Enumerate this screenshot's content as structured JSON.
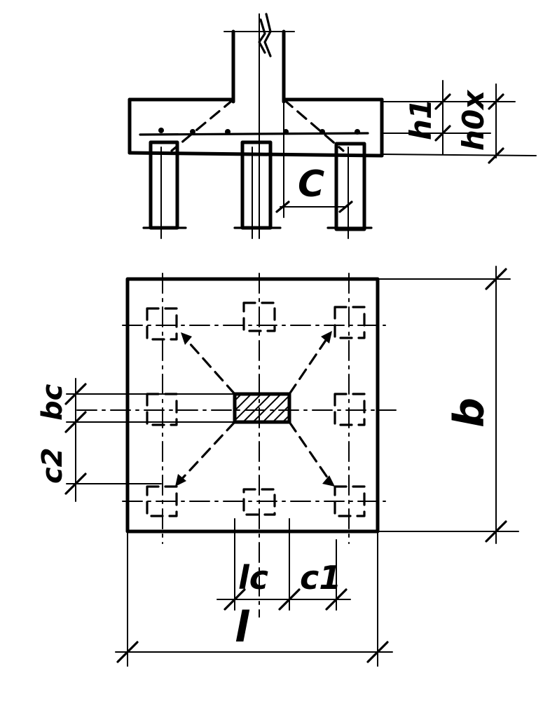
{
  "labels": {
    "c": "C",
    "h1": "h1",
    "h0": "h0x",
    "bc": "bc",
    "c2": "c2",
    "b": "b",
    "lc": "lc",
    "c1": "c1",
    "l": "l"
  },
  "colors": {
    "ink": "#000000",
    "paper": "#ffffff"
  }
}
